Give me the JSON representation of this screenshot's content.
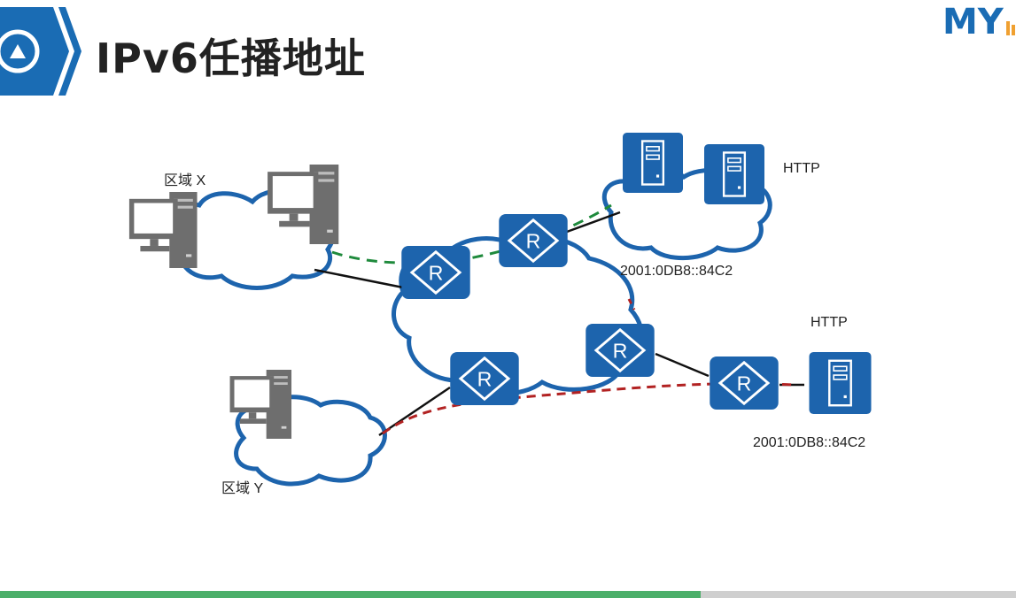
{
  "header": {
    "title": "IPv6任播地址"
  },
  "logo": {
    "text": "MY"
  },
  "labels": {
    "zone_x": "区域 X",
    "zone_y": "区域 Y",
    "http_top": "HTTP",
    "http_right": "HTTP",
    "addr_top": "2001:0DB8::84C2",
    "addr_right": "2001:0DB8::84C2",
    "router": "R"
  },
  "progress": {
    "fraction": 0.69
  },
  "colors": {
    "brand_blue": "#1a6cb4",
    "router_blue": "#1d64ad",
    "green_path": "#1f8a3c",
    "red_path": "#b22222",
    "pc_gray": "#6e6e6e",
    "progress_green": "#4caf6a"
  }
}
